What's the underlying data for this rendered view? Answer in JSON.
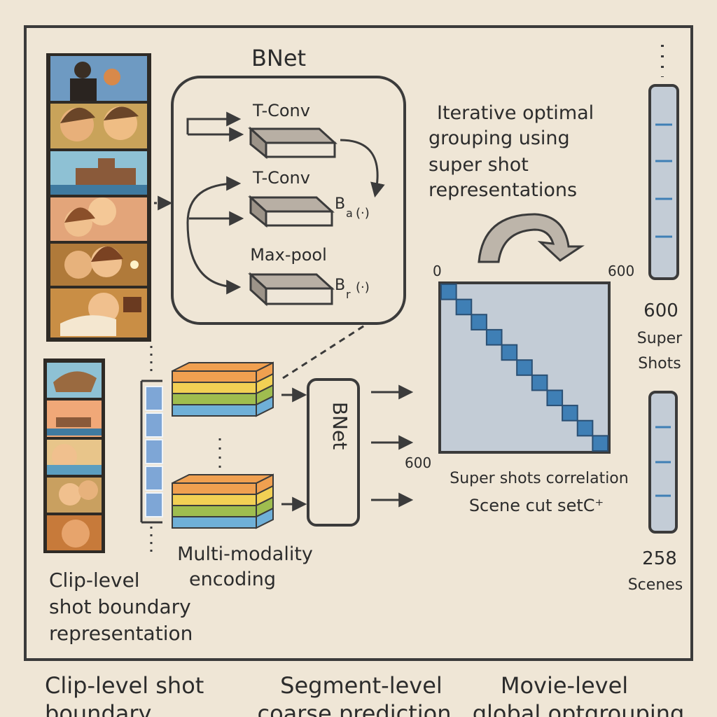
{
  "bnet": {
    "title": "BNet",
    "branch1": "T-Conv",
    "branch2": "T-Conv",
    "branch3": "Max-pool",
    "ba_label": "B",
    "ba_sub": "a",
    "ba_arg": "(·)",
    "br_label": "B",
    "br_sub": "r",
    "br_arg": "(·)"
  },
  "bnet_block_label": "BNet",
  "grouping_note": [
    "Iterative optimal",
    "grouping using",
    "super shot",
    "representations"
  ],
  "matrix": {
    "axis_start": "0",
    "axis_end_x": "600",
    "axis_end_y": "600",
    "caption1": "Super shots correlation",
    "caption2": "Scene cut setC⁺",
    "diagonal_blocks": 11
  },
  "super_shots": {
    "count": "600",
    "label1": "Super",
    "label2": "Shots"
  },
  "scenes": {
    "count": "258",
    "label": "Scenes"
  },
  "clip_label": [
    "Clip-level",
    "shot boundary",
    "representation"
  ],
  "encoding_label": [
    "Multi-modality",
    "encoding"
  ],
  "bottom_labels": {
    "left": [
      "Clip-level shot",
      "boundary"
    ],
    "middle": [
      "Segment-level",
      "coarse prediction"
    ],
    "right": [
      "Movie-level",
      "global optgrouping"
    ]
  },
  "colors": {
    "background": "#efe6d6",
    "line": "#3b3b3b",
    "matrix_fill": "#c3ccd6",
    "diag_block": "#3f7fb5",
    "bar_fill": "#c3ccd6",
    "stack_orange": "#f0a050",
    "stack_yellow": "#f2d054",
    "stack_green": "#9fbd4f",
    "stack_blue": "#6fb0d8"
  }
}
